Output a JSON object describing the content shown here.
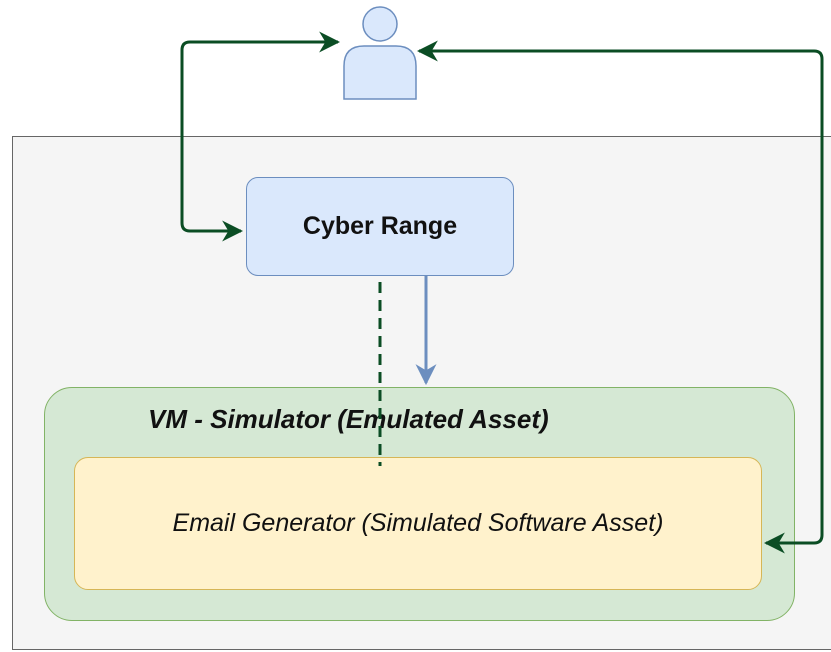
{
  "nodes": {
    "cyber_range": "Cyber Range",
    "vm_simulator": "VM - Simulator (Emulated Asset)",
    "email_generator": "Email Generator (Simulated Software Asset)"
  },
  "icons": {
    "user": "user-icon"
  },
  "colors": {
    "outer_region_fill": "#f5f5f5",
    "cyber_range_fill": "#dae8fc",
    "cyber_range_stroke": "#6c8ebf",
    "vm_fill": "#d5e8d4",
    "vm_stroke": "#82b366",
    "email_fill": "#fff2cc",
    "email_stroke": "#d6b656",
    "connector_dark_green": "#0b4d24",
    "connector_blue": "#6c8ebf"
  }
}
